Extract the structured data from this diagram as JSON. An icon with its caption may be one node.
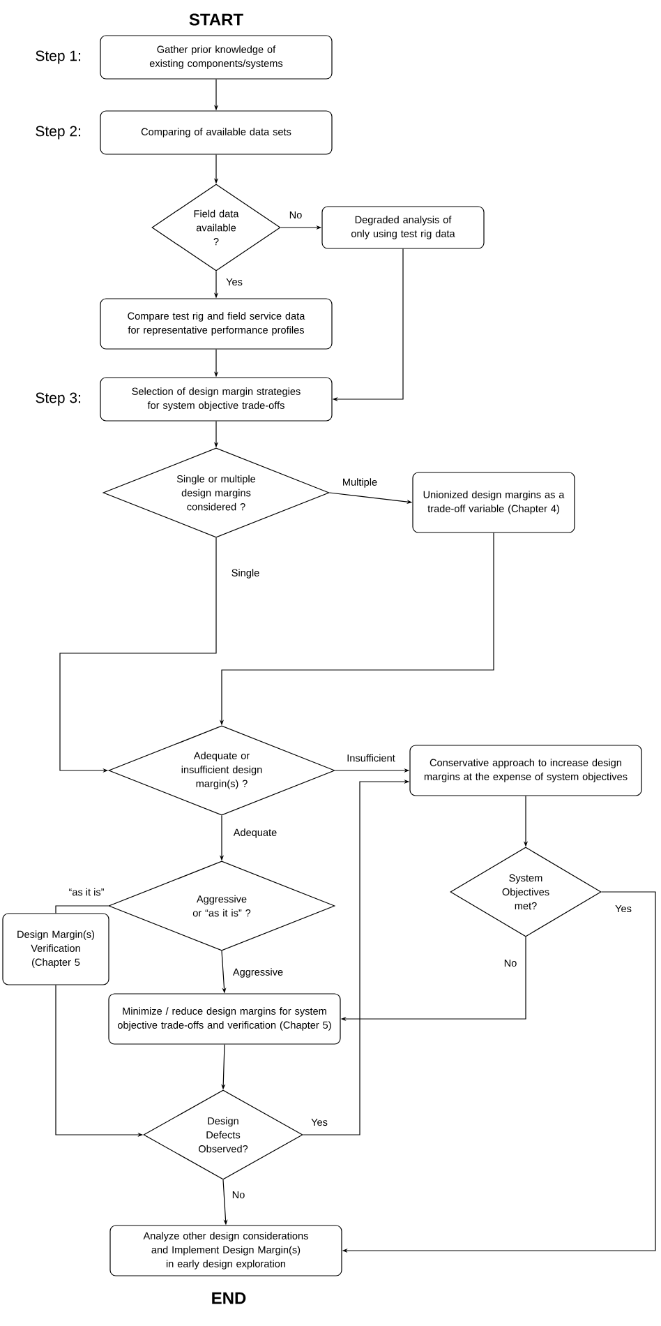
{
  "diagram": {
    "nodes": [
      {
        "text": [
          "Gather prior knowledge of existing components/systems"
        ],
        "beside": [
          "Step 1:"
        ]
      },
      {
        "text": [
          "Comparing of available data sets"
        ],
        "beside": [
          "Step 2:"
        ]
      },
      {
        "text": [
          "Field data available ?"
        ]
      },
      {
        "text": [
          "Degraded analysis of only using test rig data"
        ]
      },
      {
        "text": [
          "Compare test rig and field service data for representative performance profiles"
        ]
      },
      {
        "text": [
          "Selection of design margin strategies for system objective trade-offs"
        ],
        "beside": [
          "Step 3:"
        ]
      },
      {
        "text": [
          "Single or multiple design margins considered ?"
        ]
      },
      {
        "text": [
          "Unionized design margins as a trade-off variable (Chapter 4)"
        ]
      },
      {
        "text": [
          "Adequate or insufficient design margin(s) ?"
        ]
      },
      {
        "text": [
          "Conservative approach to increase design margins at the expense of system objectives"
        ]
      },
      {
        "text": [
          "System Objectives met?"
        ]
      },
      {
        "text": [
          "Aggressive or “as it is” ?"
        ]
      },
      {
        "text": [
          "Design Margin(s) Verification (Chapter 5"
        ]
      },
      {
        "text": [
          "Minimize / reduce design margins for system objective trade-offs and verification (Chapter 5)"
        ]
      },
      {
        "text": [
          "Design Defects Observed?"
        ]
      },
      {
        "text": [
          "Analyze other design considerations and Implement Design Margin(s) in early design exploration"
        ]
      }
    ],
    "edges": [
      {
        "from": 0,
        "to": 1,
        "arrow": "to"
      },
      {
        "from": 1,
        "to": 2,
        "arrow": "to"
      },
      {
        "from": 2,
        "to": 3,
        "arrow": "to",
        "label": "No"
      },
      {
        "from": 2,
        "to": 4,
        "arrow": "to",
        "label": "Yes"
      },
      {
        "from": 4,
        "to": 5,
        "arrow": "to"
      },
      {
        "from": 3,
        "to": 5,
        "arrow": "to"
      },
      {
        "from": 5,
        "to": 6,
        "arrow": "to"
      },
      {
        "from": 6,
        "to": 7,
        "arrow": "to",
        "label": "Multiple"
      },
      {
        "from": 6,
        "to": 8,
        "arrow": "to",
        "label": "Single"
      },
      {
        "from": 7,
        "to": 8,
        "arrow": "to"
      },
      {
        "from": 8,
        "to": 9,
        "arrow": "to",
        "label": "Insufficient"
      },
      {
        "from": 8,
        "to": 11,
        "arrow": "to",
        "label": "Adequate"
      },
      {
        "from": 9,
        "to": 10,
        "arrow": "to"
      },
      {
        "from": 10,
        "to": 13,
        "arrow": "to",
        "label": "No"
      },
      {
        "from": 10,
        "to": 15,
        "arrow": "to",
        "label": "Yes"
      },
      {
        "from": 11,
        "to": 12,
        "arrow": "none",
        "label": "“as it is”"
      },
      {
        "from": 12,
        "to": 14,
        "arrow": "to"
      },
      {
        "from": 11,
        "to": 13,
        "arrow": "to",
        "label": "Aggressive"
      },
      {
        "from": 13,
        "to": 14,
        "arrow": "to"
      },
      {
        "from": 14,
        "to": 9,
        "arrow": "to",
        "label": "Yes"
      },
      {
        "from": 14,
        "to": 15,
        "arrow": "to",
        "label": "No"
      }
    ],
    "labels": [
      "START",
      "END"
    ]
  }
}
